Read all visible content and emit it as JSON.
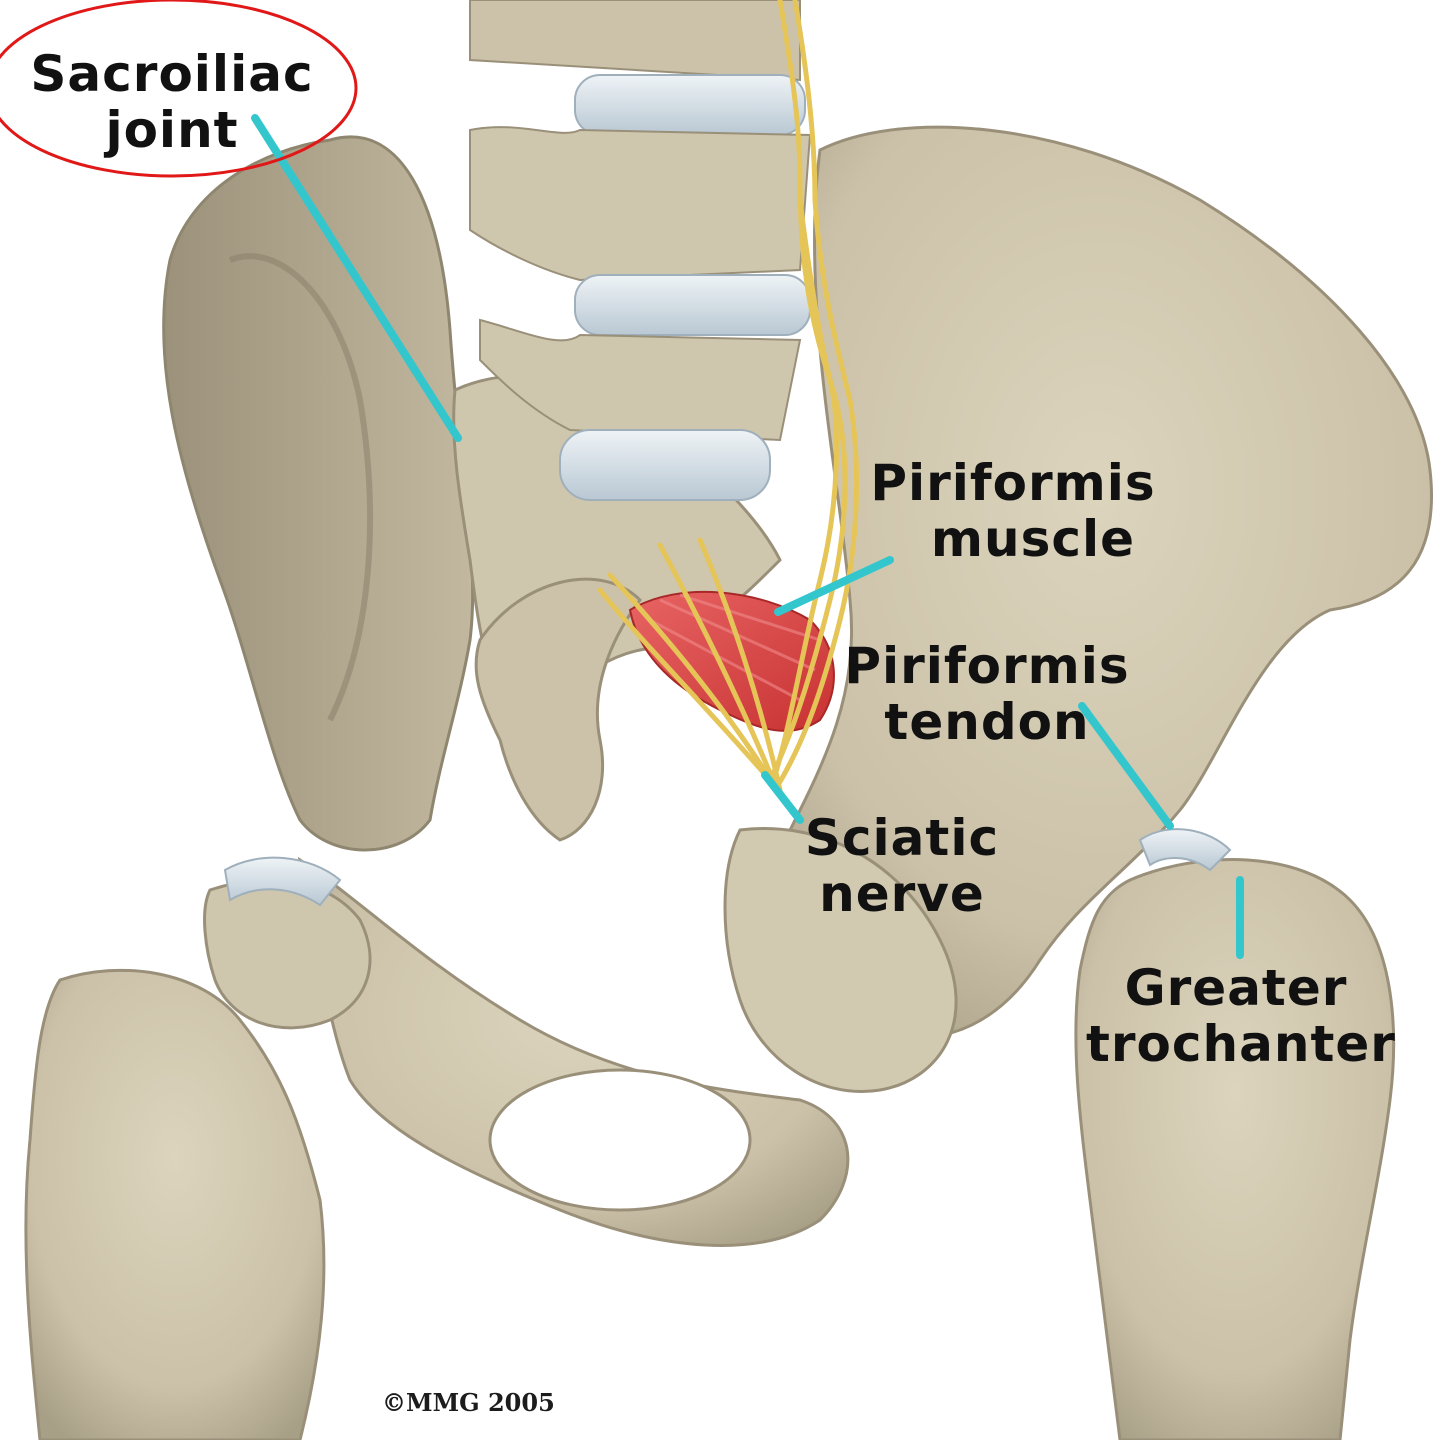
{
  "labels": {
    "sacroiliac_joint": [
      "Sacroiliac",
      "joint"
    ],
    "piriformis_muscle": [
      "Piriformis",
      "muscle"
    ],
    "piriformis_tendon": [
      "Piriformis",
      "tendon"
    ],
    "sciatic_nerve": [
      "Sciatic",
      "nerve"
    ],
    "greater_trochanter": [
      "Greater",
      "trochanter"
    ]
  },
  "copyright": "©MMG 2005",
  "colors": {
    "bone": "#cfc6ae",
    "bone_shadow": "#a69d85",
    "disc": "#d8e2ea",
    "muscle": "#dc4848",
    "nerve": "#e8c75a",
    "leader": "#33c6cc",
    "highlight_ellipse": "#e01818"
  }
}
